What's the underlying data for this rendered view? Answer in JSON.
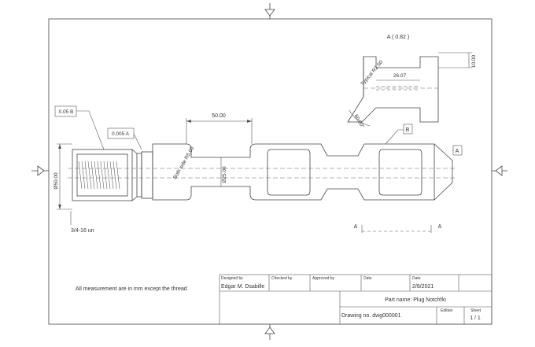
{
  "drawing": {
    "section_label": "A ( 0.82 )",
    "dim_10": "10.00",
    "dim_26": "26.07",
    "typical_radius": "Typical R2.50",
    "angle_60": "60.00°",
    "datum_b": "B",
    "datum_a": "A",
    "dim_50": "50.00",
    "both_side": "Both side R5.00",
    "dia_25": "Ø25.00",
    "dia_50": "Ø50.00",
    "tol_005b": "0.05  B",
    "tol_0005a": "0.005  A",
    "thread": "3/4-16 un",
    "section_a_left": "A",
    "section_a_right": "A",
    "note": "All measurement are in mm except the thread"
  },
  "title_block": {
    "designed_by_label": "Designed by",
    "checked_by_label": "Checked by",
    "approved_by_label": "Approved by",
    "date_label_1": "Date",
    "date_label_2": "Date",
    "designer": "Edgar M. Dsabille",
    "date": "2/8/2021",
    "part_name": "Part name: Plug Notchflo",
    "drawing_no": "Drawing no. dwg000001",
    "edition_label": "Edition",
    "sheet_label": "Sheet",
    "sheet_value": "1 / 1"
  }
}
